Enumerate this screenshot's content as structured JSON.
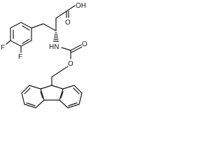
{
  "labels": {
    "oh": "OH",
    "o_acid": "O",
    "f_top": "F",
    "f_bottom": "F",
    "hn": "HN",
    "o_carbamate": "O",
    "o_ester": "O"
  }
}
